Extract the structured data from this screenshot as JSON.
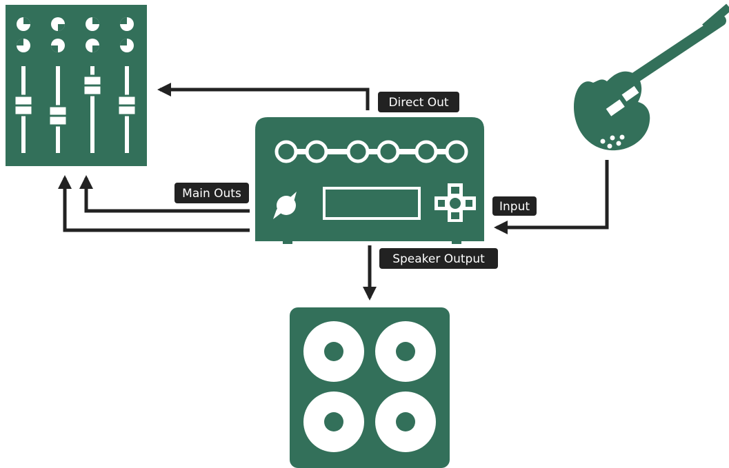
{
  "colors": {
    "device_green": "#33705a",
    "arrow": "#222222",
    "label_bg": "#222222",
    "label_text": "#ffffff",
    "background": "#ffffff"
  },
  "devices": {
    "mixer": {
      "icon": "mixing-console-icon"
    },
    "amp": {
      "icon": "amp-modeler-icon"
    },
    "guitar": {
      "icon": "electric-guitar-icon"
    },
    "cabinet": {
      "icon": "speaker-cabinet-icon"
    }
  },
  "labels": {
    "direct_out": "Direct Out",
    "main_outs": "Main Outs",
    "input": "Input",
    "speaker_output": "Speaker Output"
  }
}
